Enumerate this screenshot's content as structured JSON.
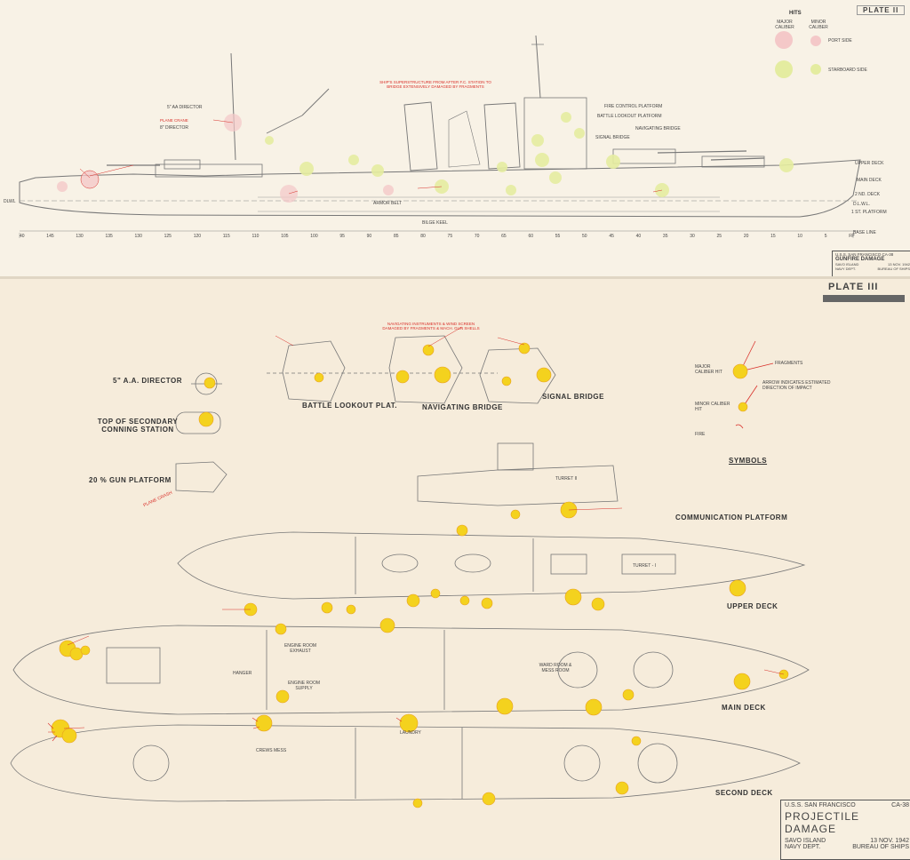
{
  "plate2": {
    "plate_label": "PLATE II",
    "legend": {
      "title": "HITS",
      "major_caliber": "MAJOR CALIBER",
      "minor_caliber": "MINOR CALIBER",
      "port_side": "PORT SIDE",
      "starboard_side": "STARBOARD SIDE"
    },
    "note": "SHIP'S SUPERSTRUCTURE FROM AFTER F.C. STATION TO BRIDGE EXTENSIVELY DAMAGED BY FRAGMENTS",
    "labels": {
      "aa_director": "5\" AA DIRECTOR",
      "plane_crane": "PLANE CRANE",
      "director_8": "8\" DIRECTOR",
      "fire_control_platform": "FIRE CONTROL PLATFORM",
      "battle_lookout_platform": "BATTLE LOOKOUT PLATFORM",
      "navigating_bridge": "NAVIGATING BRIDGE",
      "signal_bridge": "SIGNAL BRIDGE",
      "upper_deck": "UPPER DECK",
      "main_deck": "MAIN DECK",
      "second_deck": "2 ND. DECK",
      "dlwl_right": "D.L.W.L.",
      "first_platform": "1 ST. PLATFORM",
      "base_line": "BASE LINE",
      "dlwl_left": "DLWL",
      "armor_belt": "ARMOR BELT",
      "bilge_keel": "BILGE KEEL"
    },
    "frames": [
      "40",
      "145",
      "130",
      "135",
      "130",
      "125",
      "120",
      "115",
      "110",
      "105",
      "100",
      "95",
      "90",
      "85",
      "80",
      "75",
      "70",
      "65",
      "60",
      "55",
      "50",
      "45",
      "40",
      "35",
      "30",
      "25",
      "20",
      "15",
      "10",
      "5",
      "FP"
    ],
    "title_block": {
      "line1": "U.S.S. SAN FRANCISCO   CA-38",
      "line2": "GUNFIRE DAMAGE",
      "line3a": "SAVO ISLAND",
      "line3b": "13 NOV. 1942",
      "line4a": "NAVY DEPT.",
      "line4b": "BUREAU OF SHIPS"
    }
  },
  "plate3": {
    "plate_label": "PLATE III",
    "top_note": "NAVIGATING INSTRUMENTS & WIND SCREEN DAMAGED BY FRAGMENTS & MACH. GUN SHELLS",
    "labels": {
      "aa_director": "5\" A.A. DIRECTOR",
      "secondary_conning": "TOP OF SECONDARY CONNING STATION",
      "gun_platform": "20 % GUN PLATFORM",
      "battle_lookout": "BATTLE LOOKOUT PLAT.",
      "navigating_bridge": "NAVIGATING BRIDGE",
      "signal_bridge": "SIGNAL BRIDGE",
      "communication_platform": "COMMUNICATION PLATFORM",
      "upper_deck": "UPPER DECK",
      "main_deck": "MAIN DECK",
      "second_deck": "SECOND DECK",
      "plane_crash": "PLANE CRASH",
      "turret_1": "TURRET - I",
      "turret_2": "TURRET II",
      "hangar": "HANGER",
      "engine_room_exhaust": "ENGINE ROOM EXHAUST",
      "engine_room_supply": "ENGINE ROOM SUPPLY",
      "crews_mess": "CREWS MESS",
      "laundry": "LAUNDRY",
      "wardroom": "WARD ROOM & MESS ROOM"
    },
    "symbols": {
      "title": "SYMBOLS",
      "major": "MAJOR CALIBER HIT",
      "minor": "MINOR CALIBER HIT",
      "fire": "FIRE",
      "fragments": "FRAGMENTS",
      "arrow": "ARROW INDICATES ESTIMATED DIRECTION OF IMPACT"
    },
    "title_block": {
      "line1a": "U.S.S. SAN FRANCISCO",
      "line1b": "CA-38",
      "line2": "PROJECTILE DAMAGE",
      "line3a": "SAVO ISLAND",
      "line3b": "13 NOV. 1942",
      "line4a": "NAVY DEPT.",
      "line4b": "BUREAU OF SHIPS"
    }
  },
  "colors": {
    "hit_fill": "#f4d21e",
    "hit_ring": "#e8a020",
    "port_hit": "#f4c8c8",
    "starboard_hit": "#e4eca0",
    "annotation_red": "#d9302a",
    "line": "#6a6a6a"
  }
}
